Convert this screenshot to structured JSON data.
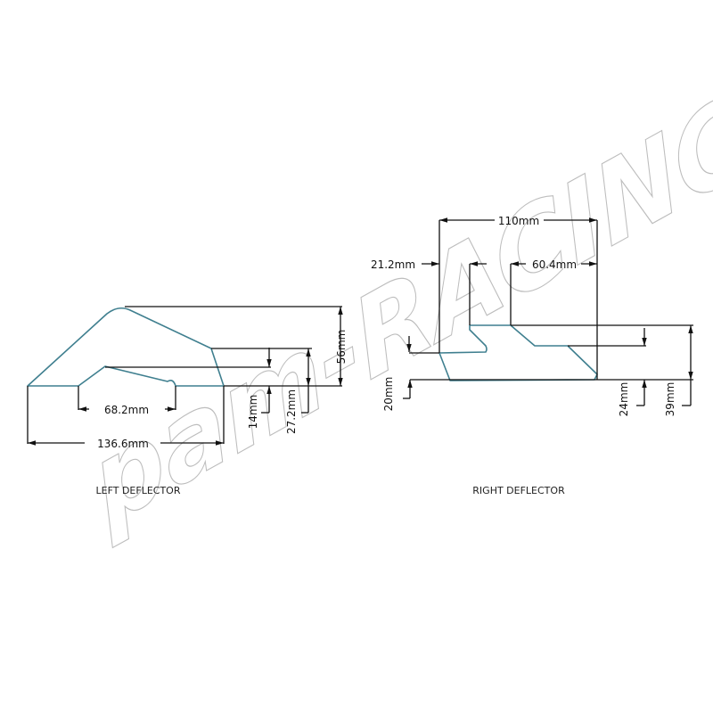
{
  "watermark": "pam-RACING",
  "left": {
    "caption": "LEFT DEFLECTOR",
    "dims": {
      "width_total": "136.6mm",
      "width_notch": "68.2mm",
      "height_total": "56mm",
      "height_mid": "27.2mm",
      "height_notch": "14mm"
    }
  },
  "right": {
    "caption": "RIGHT DEFLECTOR",
    "dims": {
      "width_total": "110mm",
      "offset_left": "21.2mm",
      "width_top": "60.4mm",
      "height_left": "20mm",
      "height_step": "24mm",
      "height_total": "39mm"
    }
  },
  "colors": {
    "outline": "#3f7f8f",
    "dimension": "#111111",
    "watermark": "#bdbdbd"
  }
}
